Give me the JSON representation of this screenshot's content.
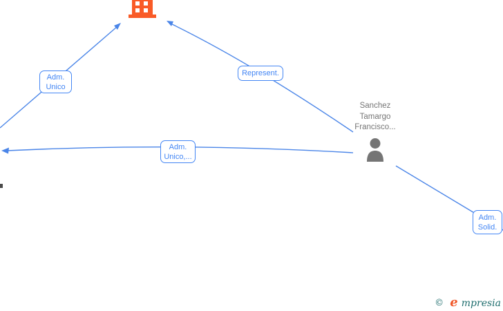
{
  "diagram": {
    "company": {
      "icon": "building-icon"
    },
    "person": {
      "name_lines": [
        "Sanchez",
        "Tamargo",
        "Francisco..."
      ]
    },
    "edge_labels": {
      "adm_unico": {
        "lines": [
          "Adm.",
          "Unico"
        ]
      },
      "represent": {
        "lines": [
          "Represent."
        ]
      },
      "adm_unico_more": {
        "lines": [
          "Adm.",
          "Unico,..."
        ]
      },
      "adm_solid": {
        "lines": [
          "Adm.",
          "Solid."
        ]
      }
    }
  },
  "colors": {
    "edge_blue": "#4285F4",
    "line_blue": "#4a85e8",
    "company_orange": "#F95B27",
    "person_gray": "#757575",
    "brand_teal": "#1F6E6E",
    "brand_orange": "#F0592B"
  },
  "watermark": {
    "copyright_symbol": "©",
    "brand_first_letter": "e",
    "brand_rest": "mpresia"
  }
}
